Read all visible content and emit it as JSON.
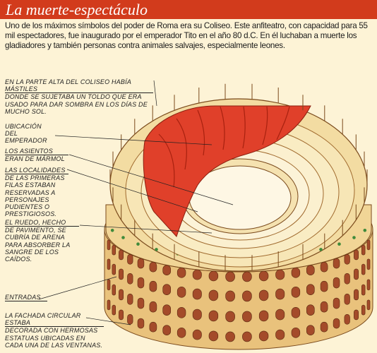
{
  "title": "La muerte-espectáculo",
  "intro": "Uno de los máximos símbolos del poder de Roma era su Coliseo. Este anfiteatro, con capacidad para 55 mil espectadores, fue inaugurado por el emperador Tito en el año 80 d.C. En él luchaban a muerte los gladiadores y también personas contra animales salvajes, especialmente leones.",
  "labels": [
    {
      "head": "En la parte alta del Coliseo había mástiles",
      "detail": "donde se sujetaba un toldo que era usado para dar sombra en los días de mucho sol."
    },
    {
      "head": "Ubicación del Emperador",
      "detail": ""
    },
    {
      "head": "Los asientos",
      "detail": "eran de mármol"
    },
    {
      "head": "Las localidades",
      "detail": "de las primeras filas estaban reservadas a personajes pudientes o prestigiosos."
    },
    {
      "head": "El ruedo, hecho",
      "detail": "de pavimento, se cubría de arena para absorber la sangre de los caídos."
    },
    {
      "head": "Entradas",
      "detail": ""
    },
    {
      "head": "La fachada circular estaba",
      "detail": "decorada con hermosas estatuas ubicadas en cada una de las ventanas."
    }
  ],
  "colors": {
    "title_bar": "#d23b1c",
    "background": "#fdf3d6",
    "stone": "#f1d596",
    "stone_dark": "#c9954d",
    "awning": "#e0402a",
    "window": "#a44b2a",
    "green_dot": "#3f8a3a"
  }
}
